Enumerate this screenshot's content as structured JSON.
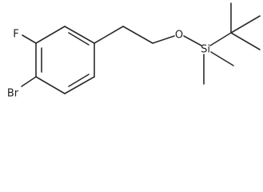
{
  "molecule": {
    "atoms": {
      "fluorine": "F",
      "bromine": "Br",
      "oxygen": "O",
      "silicon": "Si"
    }
  },
  "colors": {
    "bond": "#2b2b2b",
    "label": "#222222",
    "background": "#ffffff"
  }
}
